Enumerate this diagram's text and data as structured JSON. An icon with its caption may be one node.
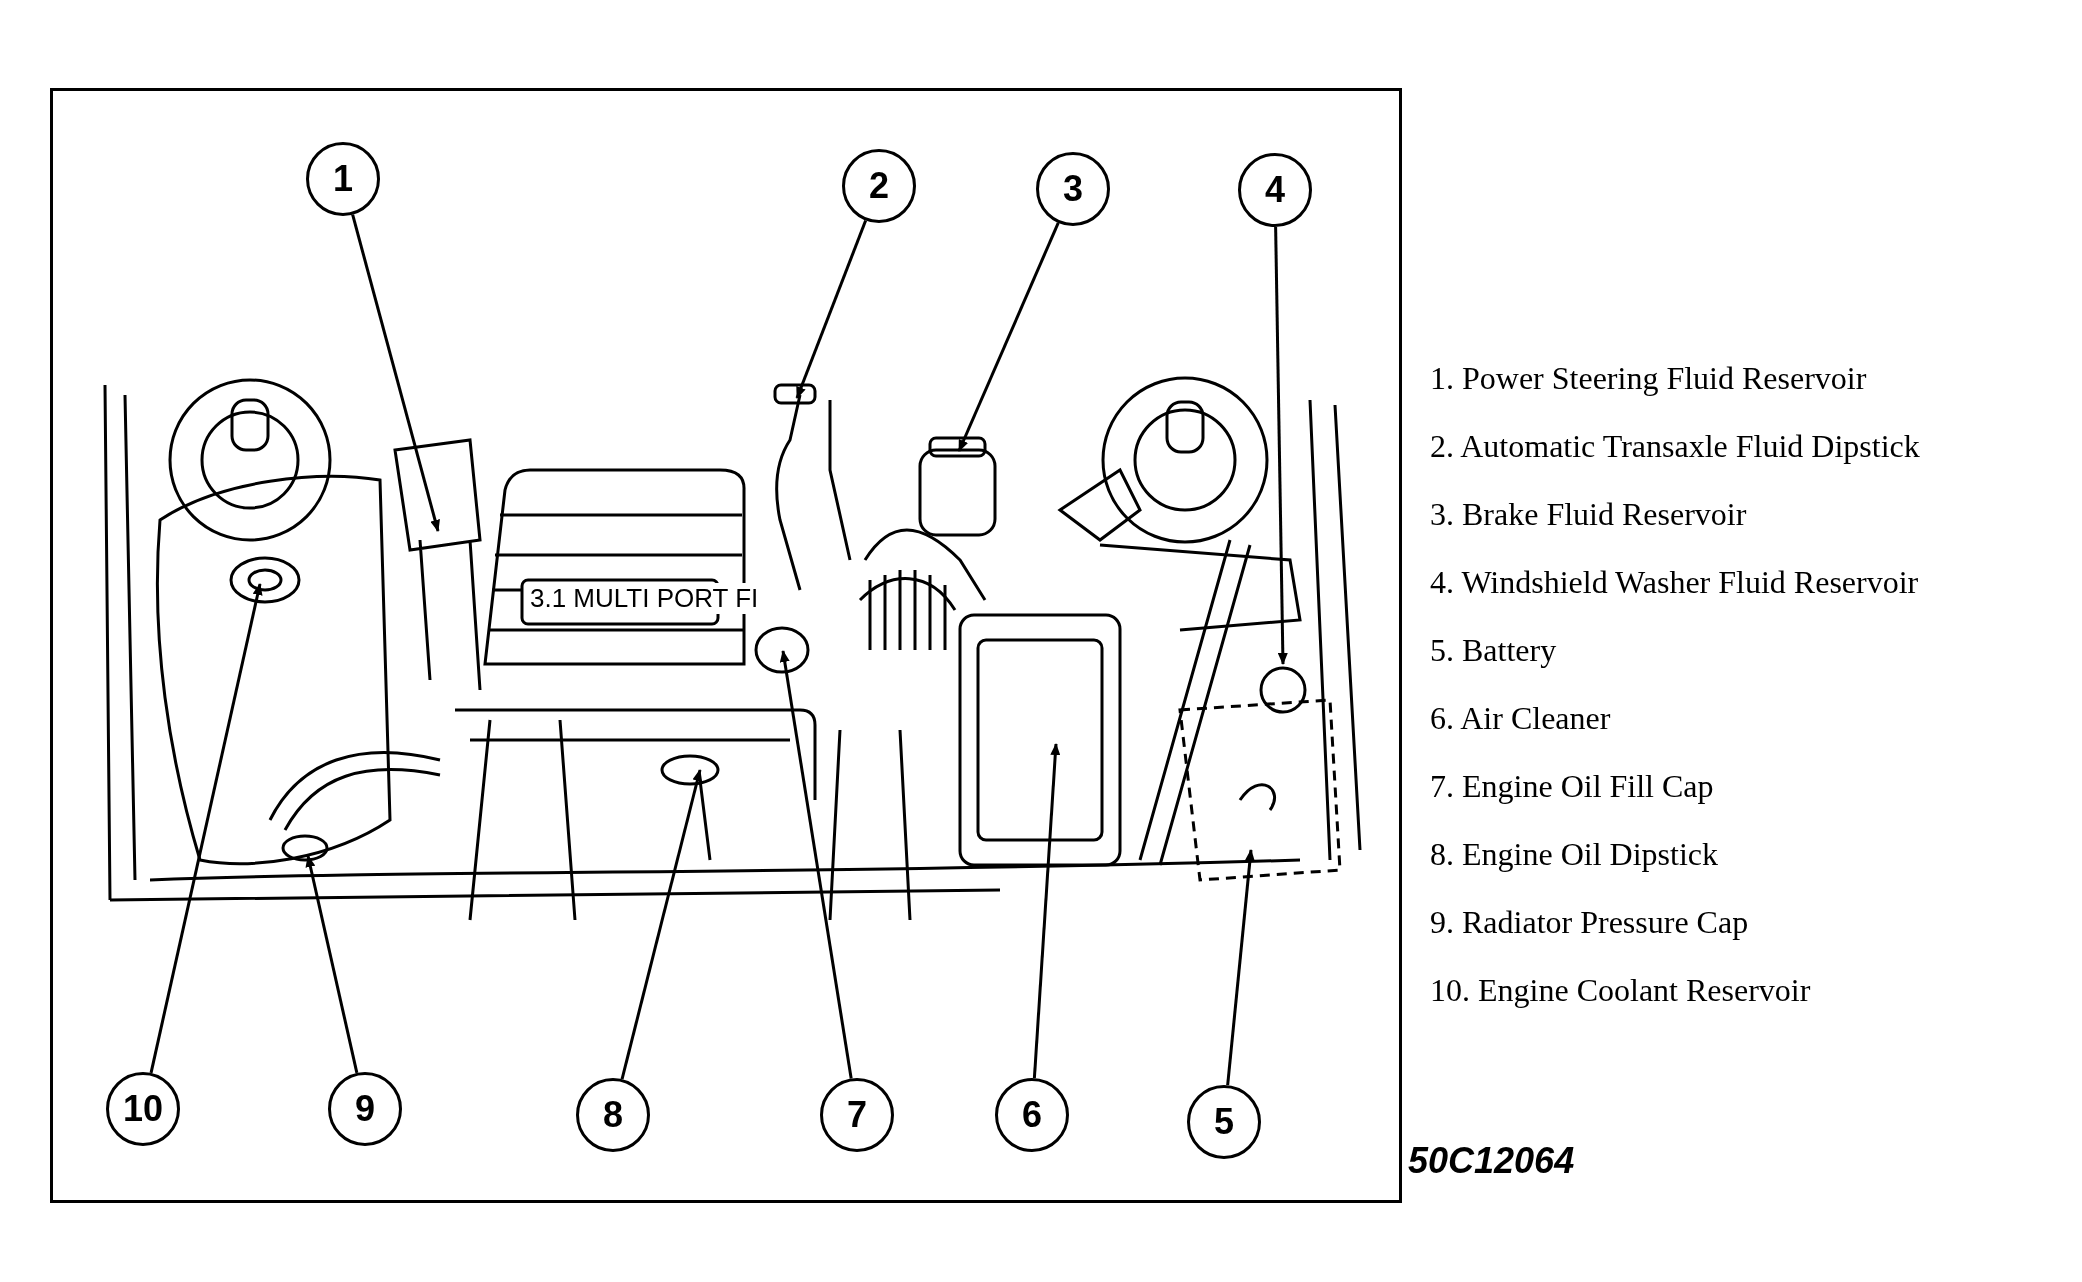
{
  "diagram": {
    "nodes": [
      {
        "text": [
          "1"
        ]
      },
      {
        "text": [
          "2"
        ]
      },
      {
        "text": [
          "3"
        ]
      },
      {
        "text": [
          "4"
        ]
      },
      {
        "text": [
          "10"
        ]
      },
      {
        "text": [
          "9"
        ]
      },
      {
        "text": [
          "8"
        ]
      },
      {
        "text": [
          "7"
        ]
      },
      {
        "text": [
          "6"
        ]
      },
      {
        "text": [
          "5"
        ]
      }
    ],
    "edges": [
      {
        "from": 0,
        "to": null,
        "arrow": "to"
      },
      {
        "from": 1,
        "to": null,
        "arrow": "to"
      },
      {
        "from": 2,
        "to": null,
        "arrow": "to"
      },
      {
        "from": 3,
        "to": null,
        "arrow": "to"
      },
      {
        "from": 4,
        "to": null,
        "arrow": "to"
      },
      {
        "from": 5,
        "to": null,
        "arrow": "to"
      },
      {
        "from": 6,
        "to": null,
        "arrow": "to"
      },
      {
        "from": 7,
        "to": null,
        "arrow": "to"
      },
      {
        "from": 8,
        "to": null,
        "arrow": "to"
      },
      {
        "from": 9,
        "to": null,
        "arrow": "to"
      }
    ],
    "labels": [
      "3.1 MULTI PORT FI",
      "1. Power Steering Fluid Reservoir",
      "2. Automatic Transaxle Fluid Dipstick",
      "3. Brake Fluid Reservoir",
      "4. Windshield Washer Fluid Reservoir",
      "5. Battery",
      "6. Air Cleaner",
      "7. Engine Oil Fill Cap",
      "8. Engine Oil Dipstick",
      "9. Radiator Pressure Cap",
      "10. Engine Coolant Reservoir",
      "50C12064"
    ]
  }
}
